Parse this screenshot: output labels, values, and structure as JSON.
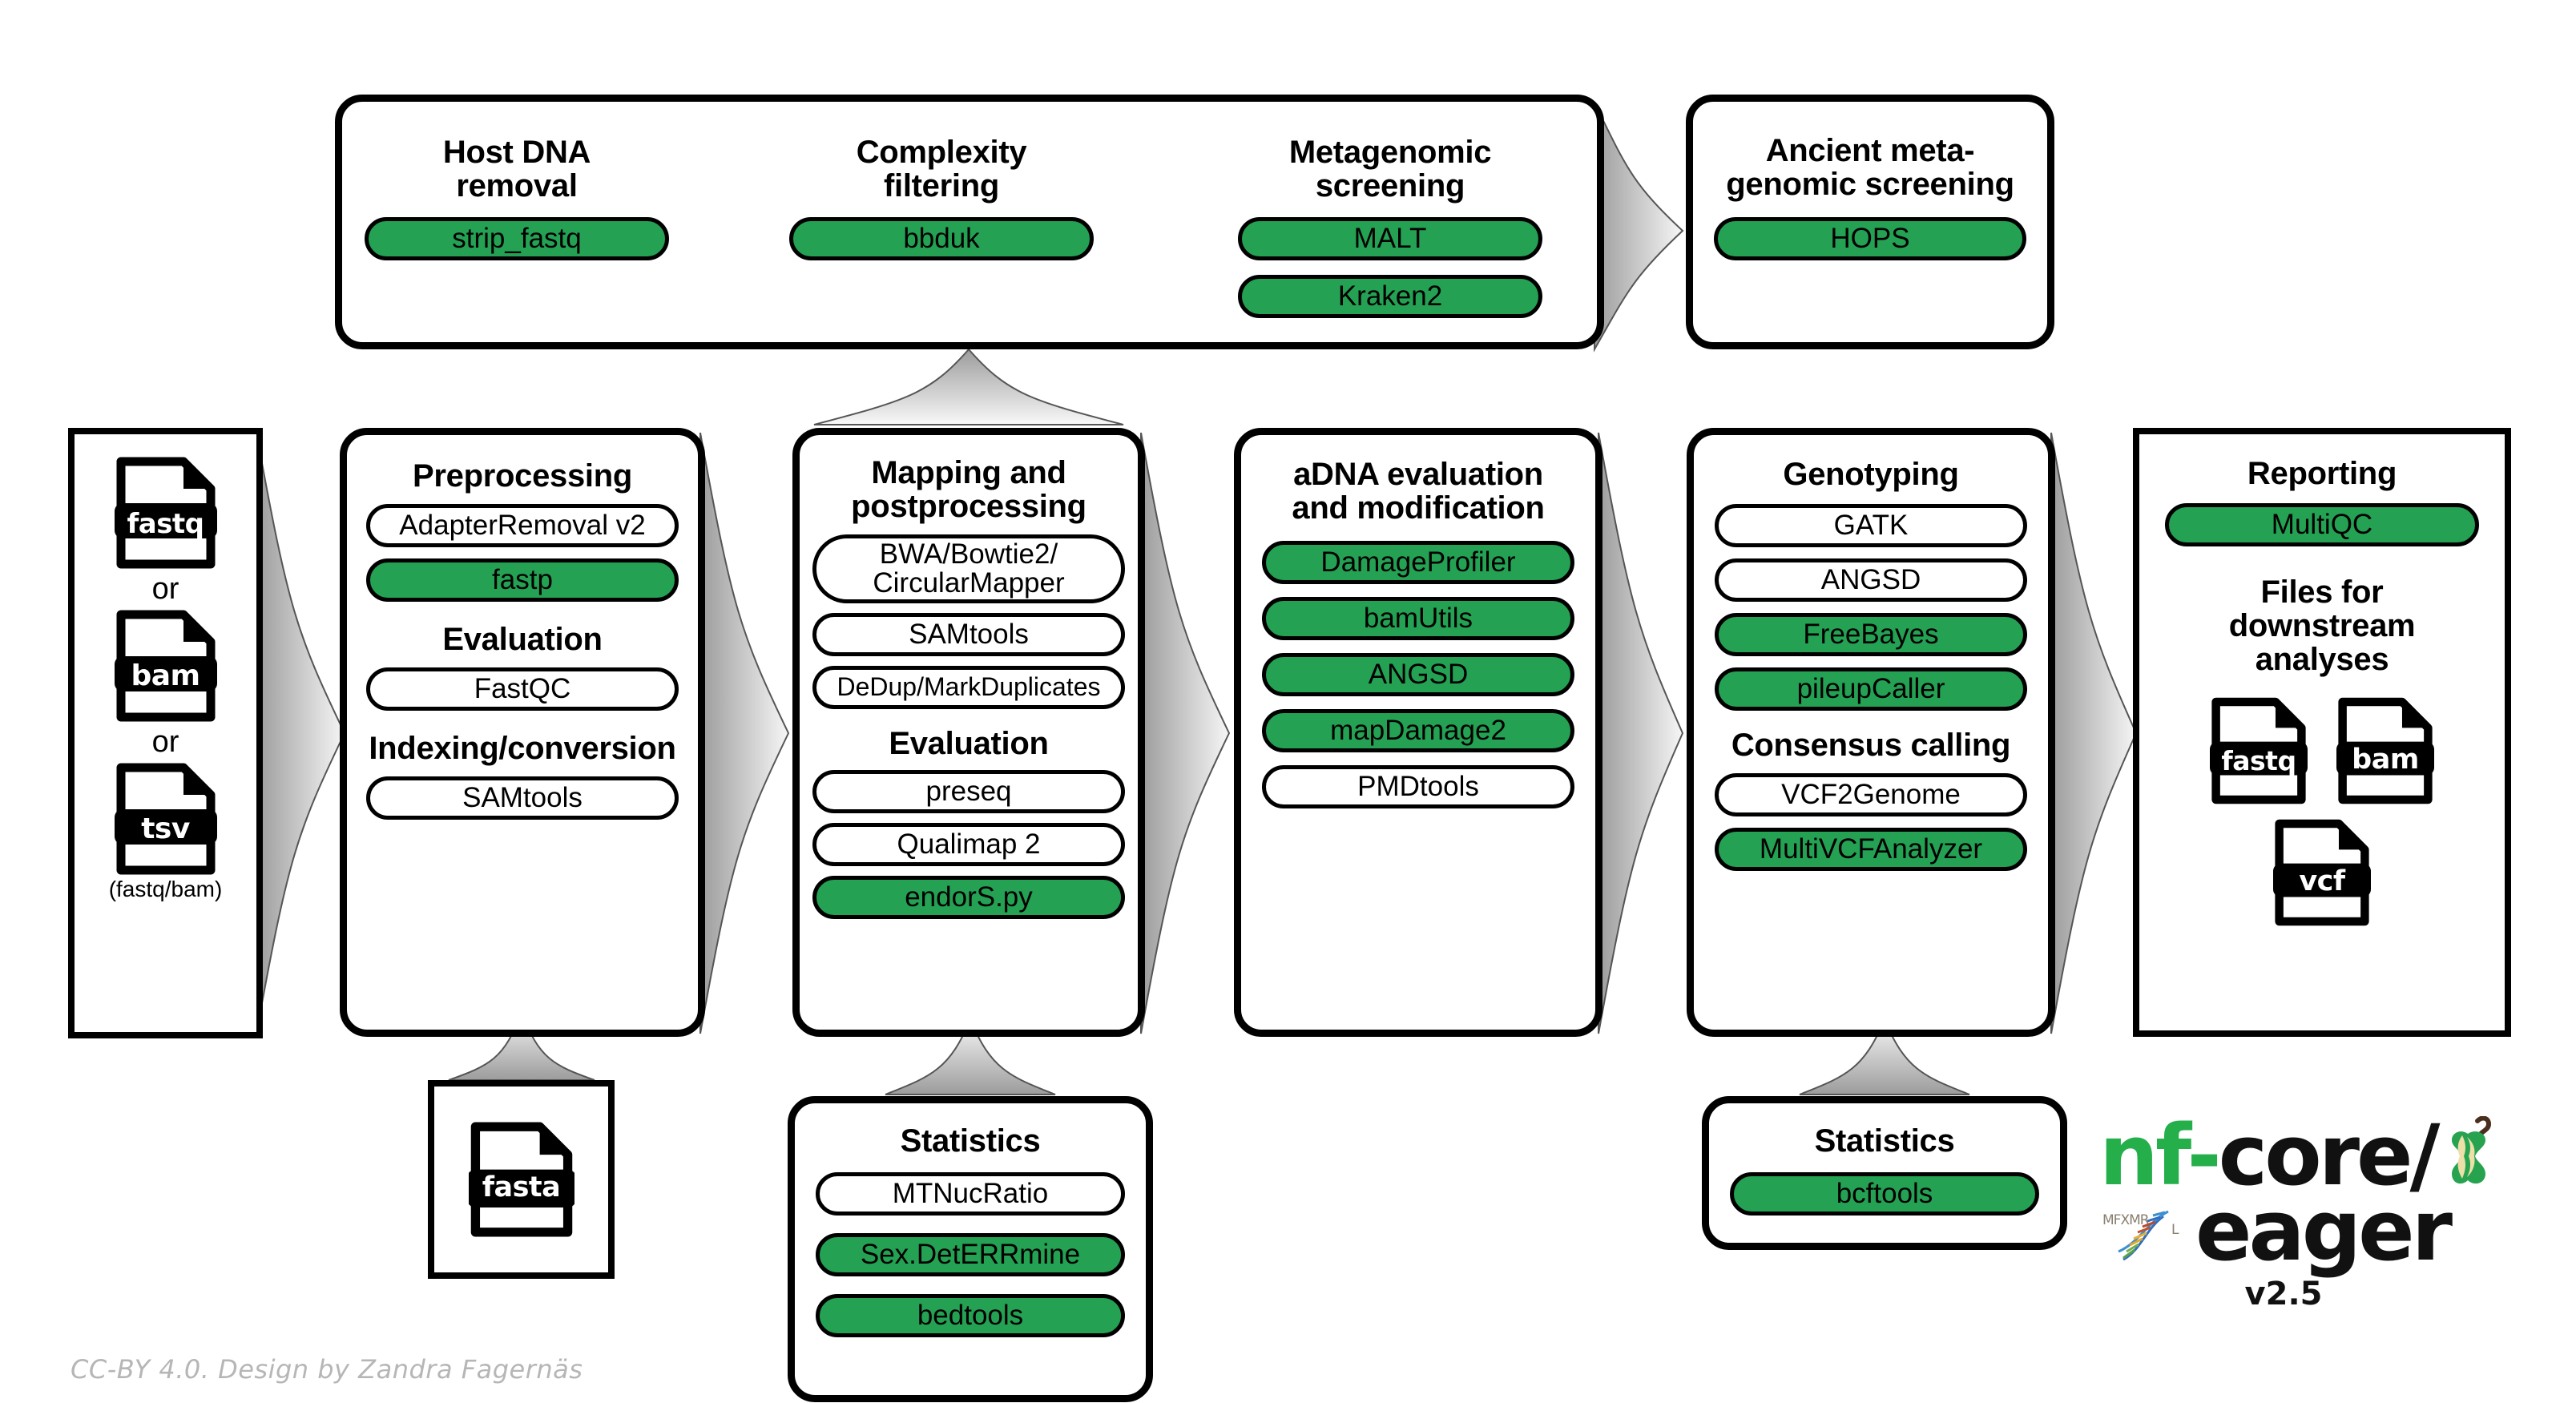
{
  "theme": {
    "accent_green": "#24a153",
    "outline": "#000000",
    "background": "#ffffff",
    "arrow_gradient_from": "#9a9a9a",
    "arrow_gradient_to": "#f4f4f4",
    "credit_color": "#b6b6b6",
    "logo_green": "#24af4b"
  },
  "top_banner": {
    "columns": [
      {
        "title": "Host DNA\nremoval",
        "title_line1": "Host DNA",
        "title_line2": "removal",
        "tools": [
          {
            "label": "strip_fastq",
            "highlight": true
          }
        ]
      },
      {
        "title_line1": "Complexity",
        "title_line2": "filtering",
        "tools": [
          {
            "label": "bbduk",
            "highlight": true
          }
        ]
      },
      {
        "title_line1": "Metagenomic",
        "title_line2": "screening",
        "tools": [
          {
            "label": "MALT",
            "highlight": true
          },
          {
            "label": "Kraken2",
            "highlight": true
          }
        ]
      }
    ]
  },
  "hops_panel": {
    "title_line1": "Ancient meta-",
    "title_line2": "genomic screening",
    "tools": [
      {
        "label": "HOPS",
        "highlight": true
      }
    ]
  },
  "input_panel": {
    "files": [
      {
        "name": "fastq"
      },
      {
        "name": "bam"
      },
      {
        "name": "tsv"
      }
    ],
    "or_label": "or",
    "note": "(fastq/bam)"
  },
  "preprocessing_panel": {
    "title": "Preprocessing",
    "tools": [
      {
        "label": "AdapterRemoval v2",
        "highlight": false
      },
      {
        "label": "fastp",
        "highlight": true
      }
    ],
    "sections": [
      {
        "title": "Evaluation",
        "tools": [
          {
            "label": "FastQC",
            "highlight": false
          }
        ]
      },
      {
        "title": "Indexing/conversion",
        "tools": [
          {
            "label": "SAMtools",
            "highlight": false
          }
        ]
      }
    ]
  },
  "mapping_panel": {
    "title_line1": "Mapping and",
    "title_line2": "postprocessing",
    "tools": [
      {
        "label": "BWA/Bowtie2/\nCircularMapper",
        "line1": "BWA/Bowtie2/",
        "line2": "CircularMapper",
        "highlight": false,
        "two_line": true
      },
      {
        "label": "SAMtools",
        "highlight": false
      },
      {
        "label": "DeDup/MarkDuplicates",
        "highlight": false
      }
    ],
    "sections": [
      {
        "title": "Evaluation",
        "tools": [
          {
            "label": "preseq",
            "highlight": false
          },
          {
            "label": "Qualimap 2",
            "highlight": false
          },
          {
            "label": "endorS.py",
            "highlight": true
          }
        ]
      }
    ]
  },
  "adna_panel": {
    "title_line1": "aDNA evaluation",
    "title_line2": "and modification",
    "tools": [
      {
        "label": "DamageProfiler",
        "highlight": true
      },
      {
        "label": "bamUtils",
        "highlight": true
      },
      {
        "label": "ANGSD",
        "highlight": true
      },
      {
        "label": "mapDamage2",
        "highlight": true
      },
      {
        "label": "PMDtools",
        "highlight": false
      }
    ]
  },
  "genotyping_panel": {
    "title": "Genotyping",
    "tools": [
      {
        "label": "GATK",
        "highlight": false
      },
      {
        "label": "ANGSD",
        "highlight": false
      },
      {
        "label": "FreeBayes",
        "highlight": true
      },
      {
        "label": "pileupCaller",
        "highlight": true
      }
    ],
    "sections": [
      {
        "title": "Consensus calling",
        "tools": [
          {
            "label": "VCF2Genome",
            "highlight": false
          },
          {
            "label": "MultiVCFAnalyzer",
            "highlight": true
          }
        ]
      }
    ]
  },
  "reporting_panel": {
    "title": "Reporting",
    "tools": [
      {
        "label": "MultiQC",
        "highlight": true
      }
    ],
    "downstream_title_line1": "Files for downstream",
    "downstream_title_line2": "analyses",
    "files": [
      {
        "name": "fastq"
      },
      {
        "name": "bam"
      },
      {
        "name": "vcf"
      }
    ]
  },
  "fasta_panel": {
    "files": [
      {
        "name": "fasta"
      }
    ]
  },
  "statistics_panel": {
    "title": "Statistics",
    "tools": [
      {
        "label": "MTNucRatio",
        "highlight": false
      },
      {
        "label": "Sex.DetERRmine",
        "highlight": true
      },
      {
        "label": "bedtools",
        "highlight": true
      }
    ]
  },
  "bcftools_panel": {
    "title": "Statistics",
    "tools": [
      {
        "label": "bcftools",
        "highlight": true
      }
    ]
  },
  "logo": {
    "nf": "nf-",
    "core": "core/",
    "eager": "eager",
    "version": "v2.5",
    "apple_icon": "apple-core-icon",
    "dna_icon": "dna-helix-icon"
  },
  "credit": "CC-BY 4.0. Design by Zandra Fagernäs"
}
